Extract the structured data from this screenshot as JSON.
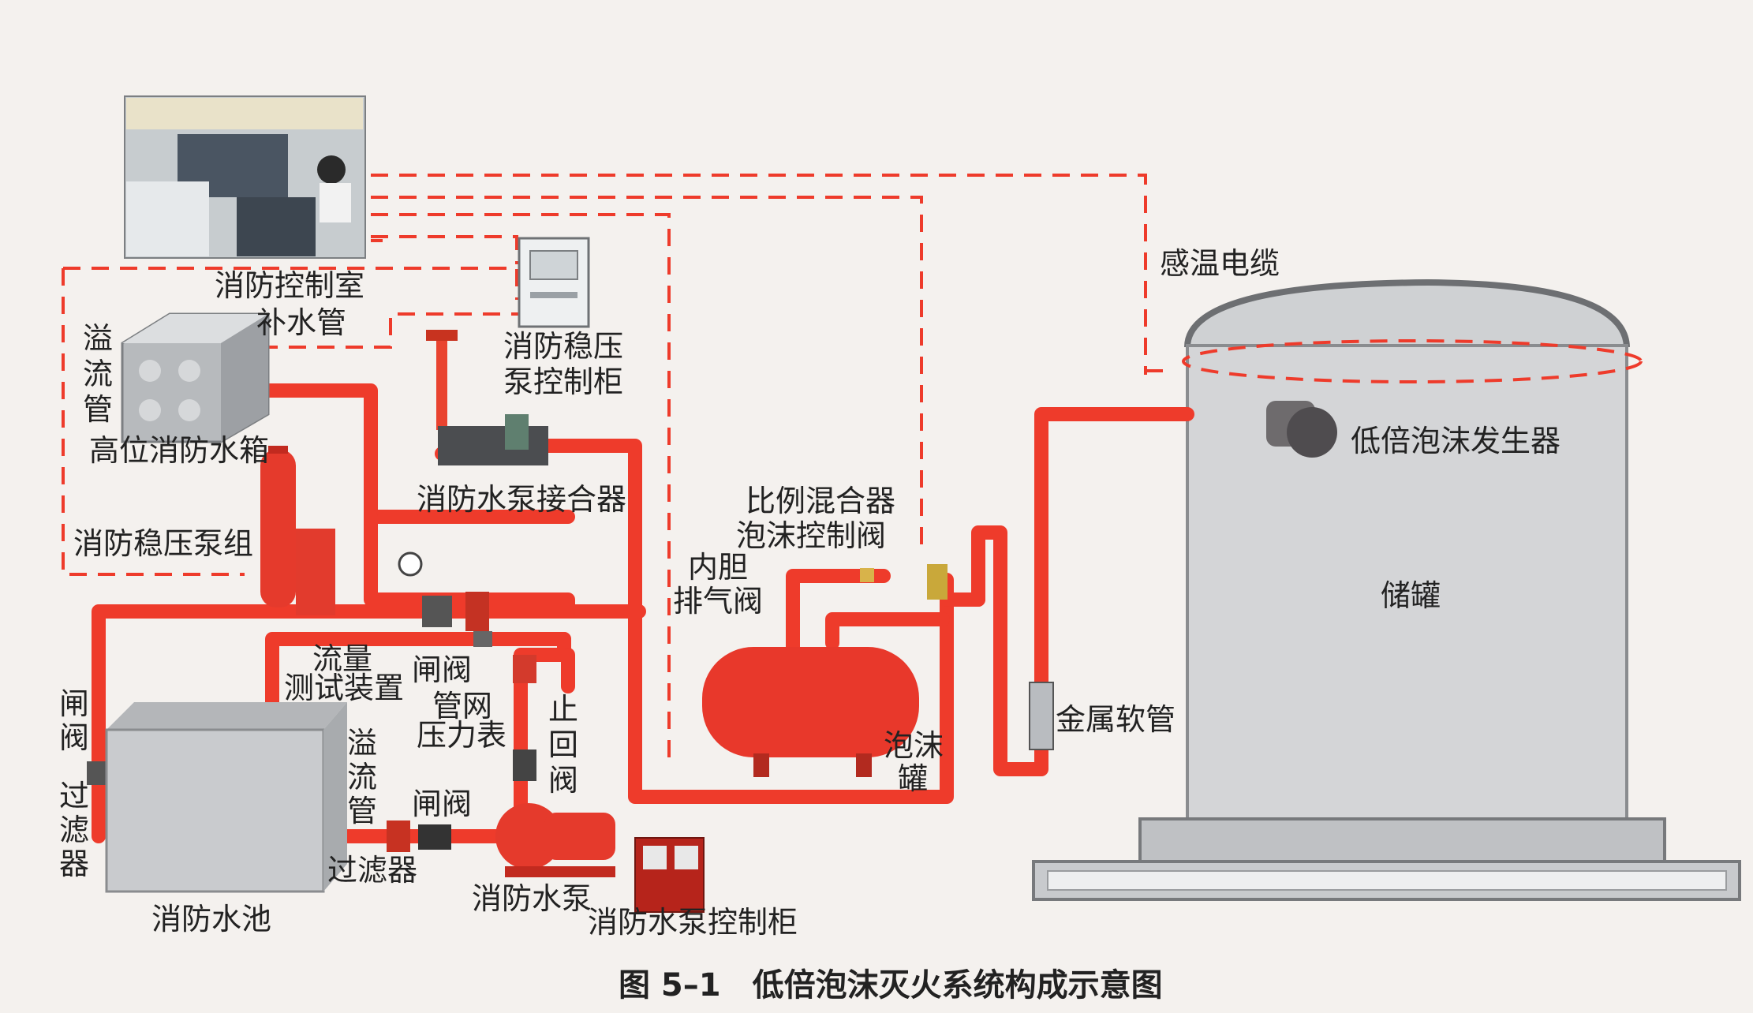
{
  "labels": {
    "control_room": "消防控制室",
    "makeup_pipe": "补水管",
    "overflow_pipe_top": "溢流管",
    "high_tank": "高位消防水箱",
    "stab_pump_group": "消防稳压泵组",
    "stab_pump_cabinet_line1": "消防稳压",
    "stab_pump_cabinet_line2": "泵控制柜",
    "pump_connector": "消防水泵接合器",
    "flow_test_line1": "流量",
    "flow_test_line2": "测试装置",
    "gate_valve_mid": "闸阀",
    "pipe_pressure_line1": "管网",
    "pipe_pressure_line2": "压力表",
    "check_valve": "止回阀",
    "gate_valve_left": "闸阀",
    "filter_left": "过滤器",
    "overflow_pipe_pool": "溢流管",
    "gate_valve_pool": "闸阀",
    "filter_pool": "过滤器",
    "fire_pool": "消防水池",
    "fire_pump": "消防水泵",
    "fire_pump_cabinet": "消防水泵控制柜",
    "proportioner": "比例混合器",
    "foam_control_valve": "泡沫控制阀",
    "bladder_vent_line1": "内胆",
    "bladder_vent_line2": "排气阀",
    "foam_tank": "泡沫罐",
    "metal_hose": "金属软管",
    "heat_cable": "感温电缆",
    "foam_generator": "低倍泡沫发生器",
    "storage_tank": "储罐"
  },
  "caption": "图 5–1　低倍泡沫灭火系统构成示意图",
  "colors": {
    "pipe": "#ee3b2b",
    "tank": "#d7d8da",
    "foam_tank": "#e8382b"
  }
}
